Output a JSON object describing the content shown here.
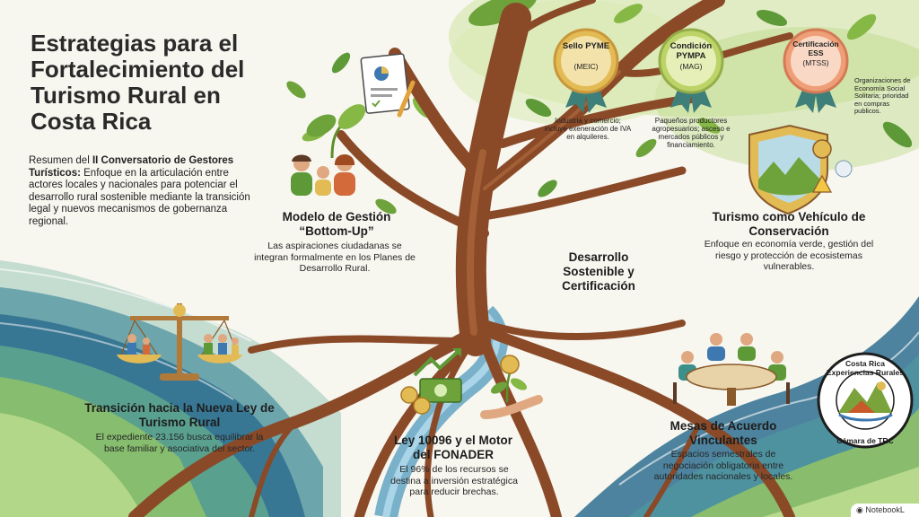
{
  "title": "Estrategias para el Fortalecimiento del Turismo Rural en Costa Rica",
  "intro": {
    "prefix": "Resumen del ",
    "bold": "II Conversatorio de Gestores Turísticos:",
    "rest": " Enfoque en la articulación entre actores locales y nacionales para potenciar el desarrollo rural sostenible mediante la transición legal y nuevos mecanismos de gobernanza regional."
  },
  "sections": {
    "bottom_up": {
      "heading": "Modelo de Gestión “Bottom-Up”",
      "body": "Las aspiraciones ciudadanas se integran formalmente en los Planes de Desarrollo Rural."
    },
    "desarrollo": {
      "heading": "Desarrollo Sostenible y Certificación"
    },
    "conservacion": {
      "heading": "Turismo como Vehículo de Conservación",
      "body": "Enfoque en economía verde, gestión del riesgo y protección de ecosistemas vulnerables."
    },
    "transicion": {
      "heading": "Transición hacia la Nueva Ley de Turismo Rural",
      "body": "El expediente 23.156 busca equilibrar la base familiar y asociativa del sector."
    },
    "ley": {
      "heading": "Ley 10096 y el Motor del FONADER",
      "body": "El 96% de los recursos se destina a inversión estratégica para reducir brechas."
    },
    "mesas": {
      "heading": "Mesas de Acuerdo Vinculantes",
      "body": "Espacios semestrales de negociación obligatoria entre autoridades nacionales y locales."
    }
  },
  "medals": [
    {
      "title": "Sello PYME",
      "sub": "(MEIC)",
      "desc": "Industria y comercio; incluye exeneración de IVA en alquileres.",
      "color": "#e8c86a"
    },
    {
      "title": "Condición PYMPA",
      "sub": "(MAG)",
      "desc": "Paqueños productores agropesuarios; asceso e mercados públicos y financiamiento.",
      "color": "#cfe08a"
    },
    {
      "title": "Certificación ESS",
      "sub": "(MTSS)",
      "desc": "Organizaciones de Economía Social Solitaria; prioridad en compras publicos.",
      "color": "#f2b79a"
    }
  ],
  "logo": {
    "top": "Costa Rica Experiencias Rurales",
    "bottom": "Cámara de TRC"
  },
  "brand": "NotebookL",
  "colors": {
    "green": "#7fb04a",
    "teal": "#3d8f8a",
    "blue": "#3d78b0",
    "trunk": "#8a4a28",
    "gold": "#e8c86a"
  }
}
